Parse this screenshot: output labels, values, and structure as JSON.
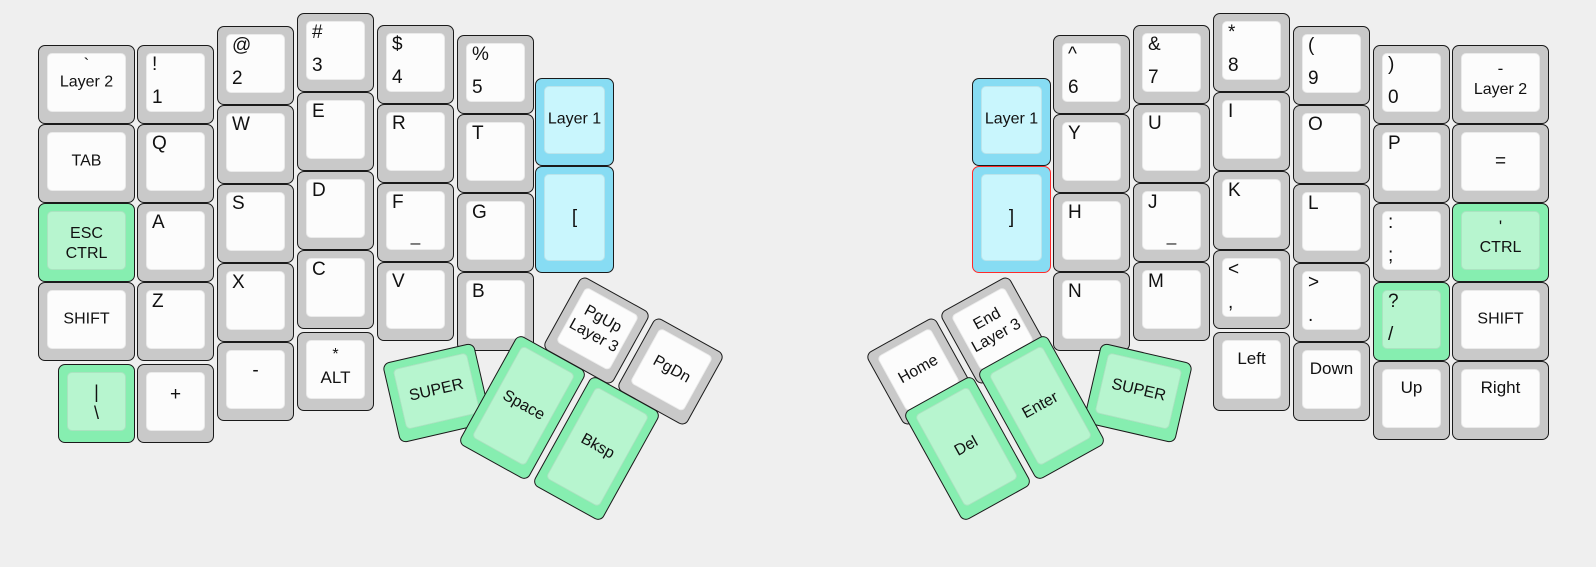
{
  "diagram": {
    "title": "Split ergonomic keyboard layout",
    "background": "#efefef",
    "colors": {
      "key_base": "#c9c9c9",
      "key_top": "#fcfcfc",
      "green_base": "#86eeb0",
      "green_top": "#b7f5cf",
      "blue_base": "#87dcf3",
      "blue_top": "#c9f6fd",
      "selection_outline": "#ff2a2a"
    }
  },
  "left": {
    "col1": {
      "k1_top": "`",
      "k1_main": "Layer 2",
      "k2_main": "TAB",
      "k3_top": "ESC",
      "k3_main": "CTRL",
      "k4_main": "SHIFT",
      "k5_top": "|",
      "k5_main": "\\"
    },
    "col2": {
      "k1_top": "!",
      "k1_bot": "1",
      "k2_main": "Q",
      "k3_main": "A",
      "k4_main": "Z",
      "k5_main": "+"
    },
    "col3": {
      "k1_top": "@",
      "k1_bot": "2",
      "k2_main": "W",
      "k3_main": "S",
      "k4_main": "X",
      "k5_main": "-"
    },
    "col4": {
      "k1_top": "#",
      "k1_bot": "3",
      "k2_main": "E",
      "k3_main": "D",
      "k4_main": "C",
      "k5_top": "*",
      "k5_main": "ALT"
    },
    "col5": {
      "k1_top": "$",
      "k1_bot": "4",
      "k2_main": "R",
      "k3_main": "F",
      "k3_homing": "_",
      "k4_main": "V"
    },
    "col6": {
      "k1_top": "%",
      "k1_bot": "5",
      "k2_main": "T",
      "k3_main": "G",
      "k4_main": "B"
    },
    "col7": {
      "k1_main": "Layer 1",
      "k2_main": "["
    },
    "thumb": {
      "super": "SUPER",
      "pgup_top": "PgUp",
      "pgup_bot": "Layer 3",
      "pgdn": "PgDn",
      "space": "Space",
      "bksp": "Bksp"
    }
  },
  "right": {
    "col7": {
      "k1_main": "Layer 1",
      "k2_main": "]"
    },
    "col6": {
      "k1_top": "^",
      "k1_bot": "6",
      "k2_main": "Y",
      "k3_main": "H",
      "k4_main": "N"
    },
    "col5": {
      "k1_top": "&",
      "k1_bot": "7",
      "k2_main": "U",
      "k3_main": "J",
      "k3_homing": "_",
      "k4_main": "M"
    },
    "col4": {
      "k1_top": "*",
      "k1_bot": "8",
      "k2_main": "I",
      "k3_main": "K",
      "k4_top": "<",
      "k4_bot": ",",
      "k5_main": "Left"
    },
    "col3": {
      "k1_top": "(",
      "k1_bot": "9",
      "k2_main": "O",
      "k3_main": "L",
      "k4_top": ">",
      "k4_bot": ".",
      "k5_main": "Down"
    },
    "col2": {
      "k1_top": ")",
      "k1_bot": "0",
      "k2_main": "P",
      "k3_top": ":",
      "k3_bot": ";",
      "k4_top": "?",
      "k4_bot": "/",
      "k5_main": "Up"
    },
    "col1": {
      "k1_top": "-",
      "k1_main": "Layer 2",
      "k2_main": "=",
      "k3_top": "'",
      "k3_main": "CTRL",
      "k4_main": "SHIFT",
      "k5_main": "Right"
    },
    "thumb": {
      "super": "SUPER",
      "home": "Home",
      "end_top": "End",
      "end_bot": "Layer 3",
      "del": "Del",
      "enter": "Enter"
    }
  }
}
